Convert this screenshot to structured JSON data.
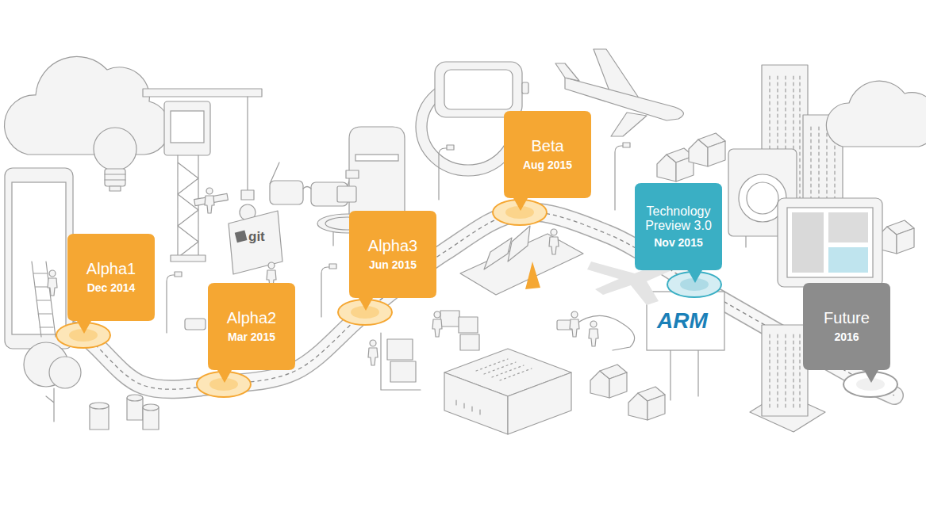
{
  "diagram": {
    "nodes": [
      {
        "text": [
          "Alpha1",
          "Dec 2014"
        ]
      },
      {
        "text": [
          "Alpha2",
          "Mar 2015"
        ]
      },
      {
        "text": [
          "Alpha3",
          "Jun 2015"
        ]
      },
      {
        "text": [
          "Beta",
          "Aug 2015"
        ]
      },
      {
        "text": [
          "Technology Preview 3.0",
          "Nov 2015"
        ]
      },
      {
        "text": [
          "Future",
          "2016"
        ]
      }
    ],
    "labels": [
      "git",
      "ARM"
    ]
  }
}
